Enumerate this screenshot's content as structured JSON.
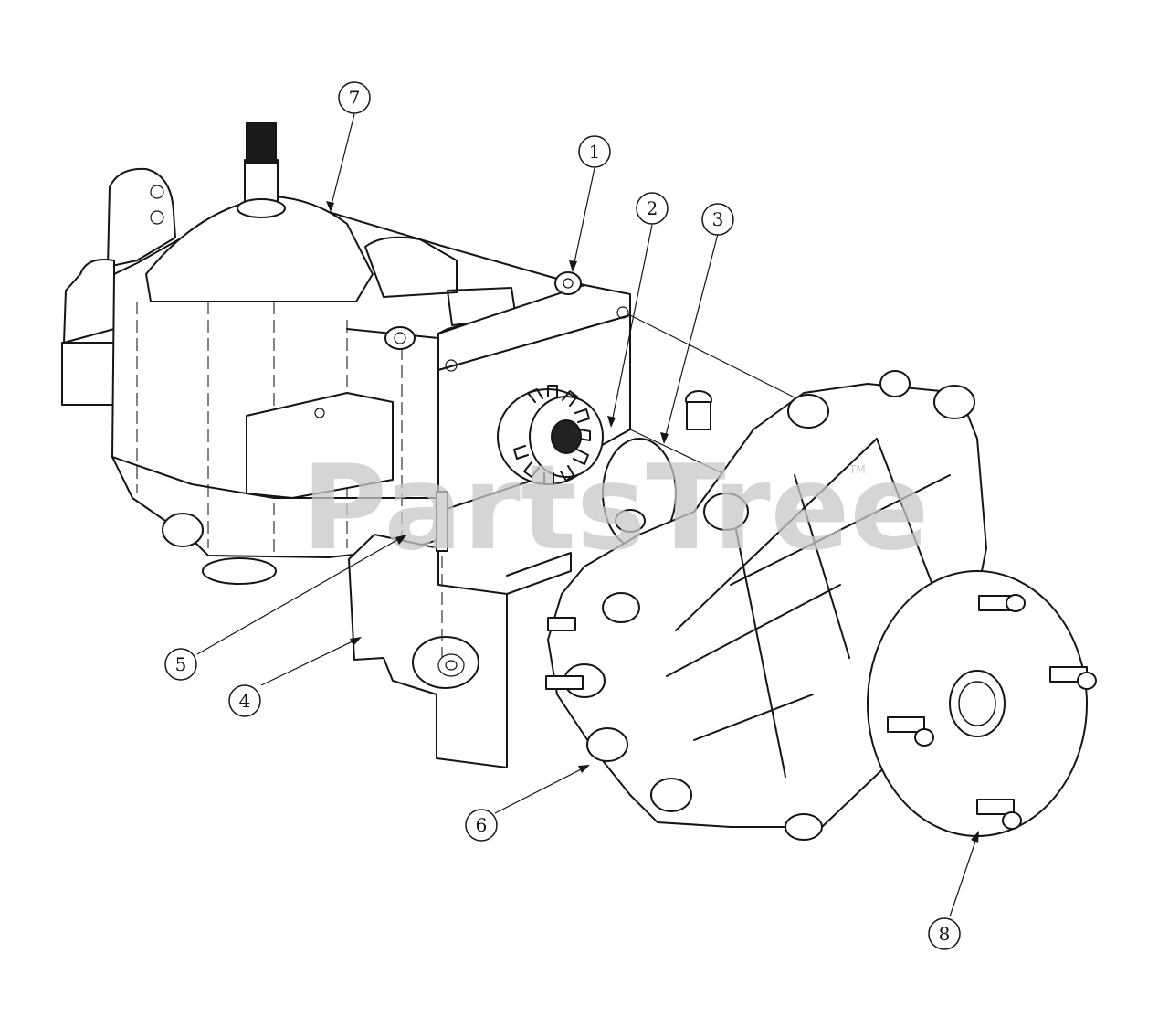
{
  "diagram": {
    "callouts": [
      {
        "id": "c1",
        "label": "1"
      },
      {
        "id": "c2",
        "label": "2"
      },
      {
        "id": "c3",
        "label": "3"
      },
      {
        "id": "c4",
        "label": "4"
      },
      {
        "id": "c5",
        "label": "5"
      },
      {
        "id": "c6",
        "label": "6"
      },
      {
        "id": "c7",
        "label": "7"
      },
      {
        "id": "c8",
        "label": "8"
      }
    ]
  },
  "watermark": {
    "text": "PartsTree",
    "trademark": "TM"
  }
}
